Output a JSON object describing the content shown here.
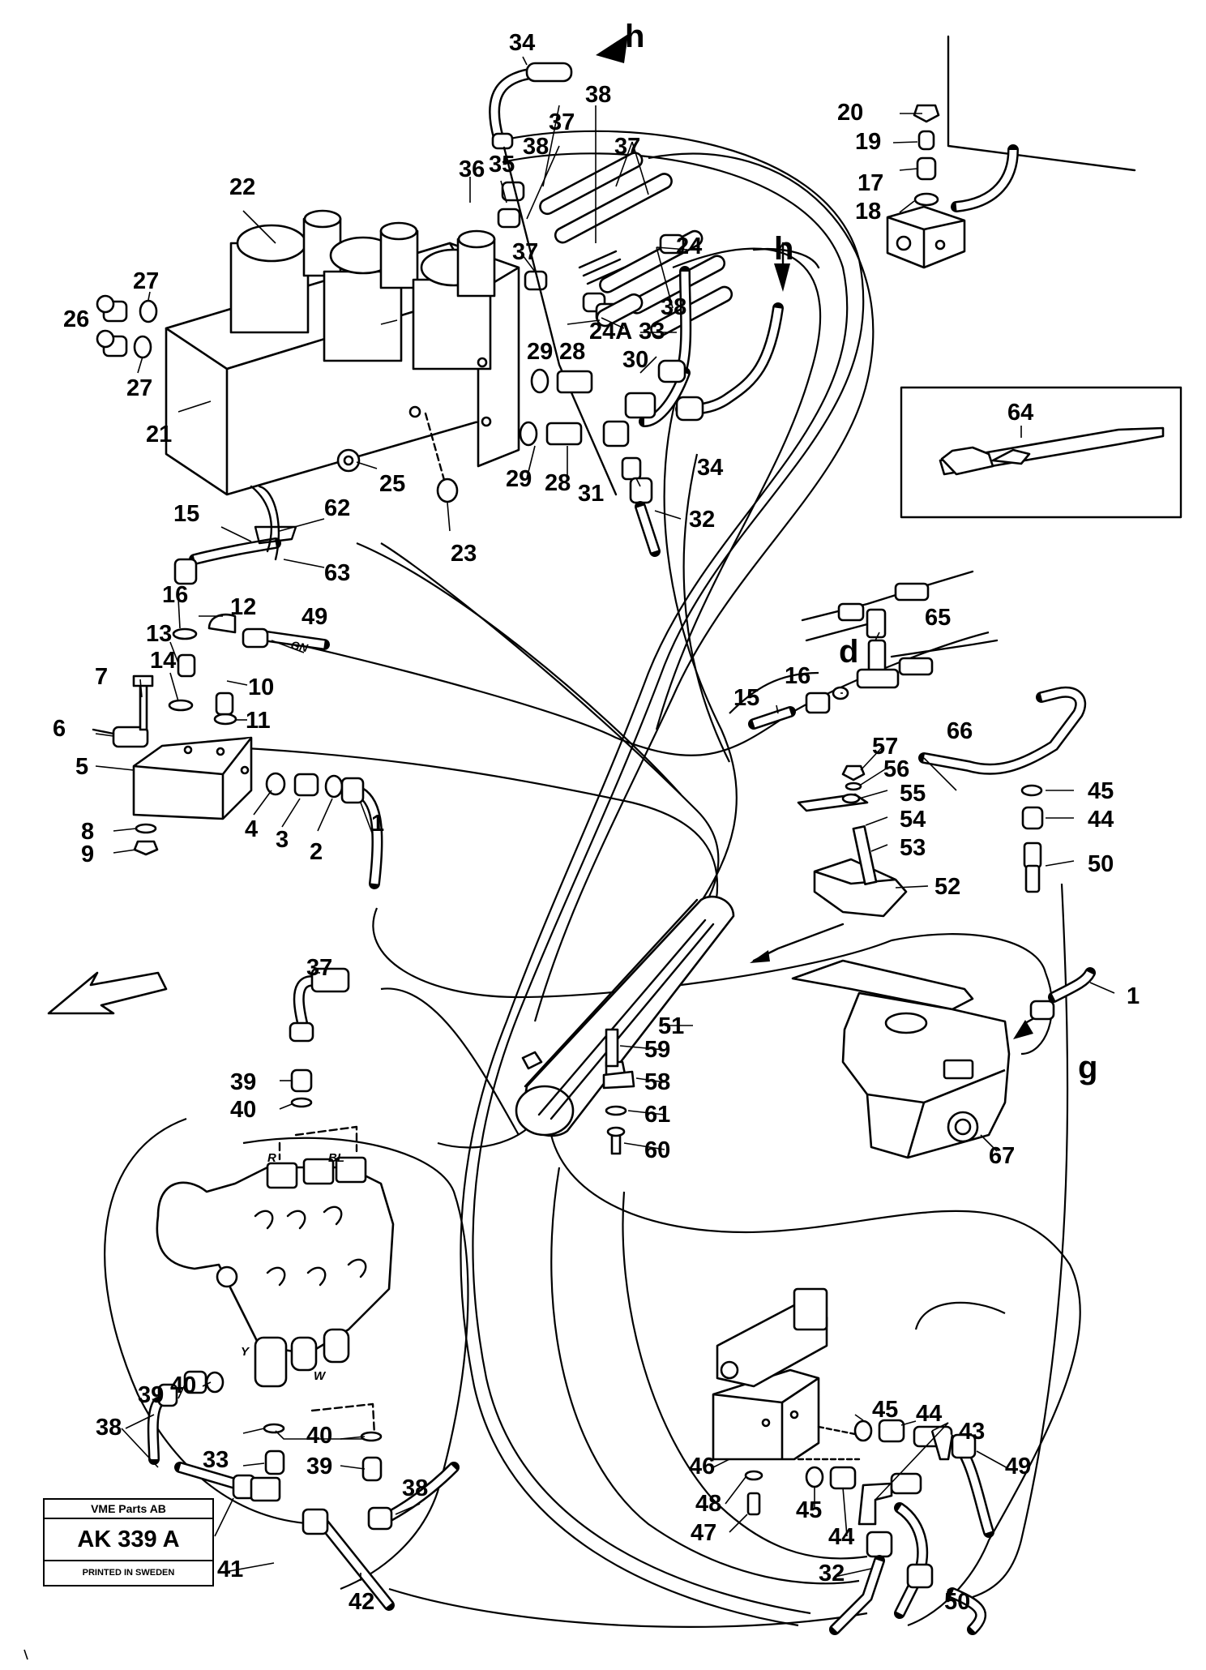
{
  "parts_stamp": {
    "company": "VME Parts AB",
    "code": "AK 339 A",
    "printed": "PRINTED IN SWEDEN"
  },
  "view_letters": {
    "h_top": "h",
    "h_right": "h",
    "d": "d",
    "g": "g"
  },
  "hose_color_marks": {
    "gn": "GN",
    "r": "R",
    "bl": "BL",
    "y": "Y",
    "w": "W"
  },
  "callouts": {
    "c1a": "1",
    "c1b": "1",
    "c2": "2",
    "c3": "3",
    "c4": "4",
    "c5": "5",
    "c6": "6",
    "c7": "7",
    "c8": "8",
    "c9": "9",
    "c10": "10",
    "c11": "11",
    "c12": "12",
    "c13": "13",
    "c14": "14",
    "c15a": "15",
    "c15b": "15",
    "c16a": "16",
    "c16b": "16",
    "c17": "17",
    "c18": "18",
    "c19": "19",
    "c20": "20",
    "c21": "21",
    "c22": "22",
    "c23": "23",
    "c24": "24",
    "c24a": "24A",
    "c25": "25",
    "c26": "26",
    "c27a": "27",
    "c27b": "27",
    "c28a": "28",
    "c28b": "28",
    "c29a": "29",
    "c29b": "29",
    "c30": "30",
    "c31": "31",
    "c32a": "32",
    "c32b": "32",
    "c33a": "33",
    "c33b": "33",
    "c34a": "34",
    "c34b": "34",
    "c35": "35",
    "c36": "36",
    "c37a": "37",
    "c37b": "37",
    "c37c": "37",
    "c37d": "37",
    "c38a": "38",
    "c38b": "38",
    "c38c": "38",
    "c38d": "38",
    "c38e": "38",
    "c39a": "39",
    "c39b": "39",
    "c39c": "39",
    "c40a": "40",
    "c40b": "40",
    "c40c": "40",
    "c41": "41",
    "c42": "42",
    "c43": "43",
    "c44a": "44",
    "c44b": "44",
    "c44c": "44",
    "c45a": "45",
    "c45b": "45",
    "c45c": "45",
    "c46": "46",
    "c47": "47",
    "c48": "48",
    "c49a": "49",
    "c49b": "49",
    "c50a": "50",
    "c50b": "50",
    "c51": "51",
    "c52": "52",
    "c53": "53",
    "c54": "54",
    "c55": "55",
    "c56": "56",
    "c57": "57",
    "c58": "58",
    "c59": "59",
    "c60": "60",
    "c61": "61",
    "c62": "62",
    "c63": "63",
    "c64": "64",
    "c65": "65",
    "c66": "66",
    "c67": "67"
  }
}
